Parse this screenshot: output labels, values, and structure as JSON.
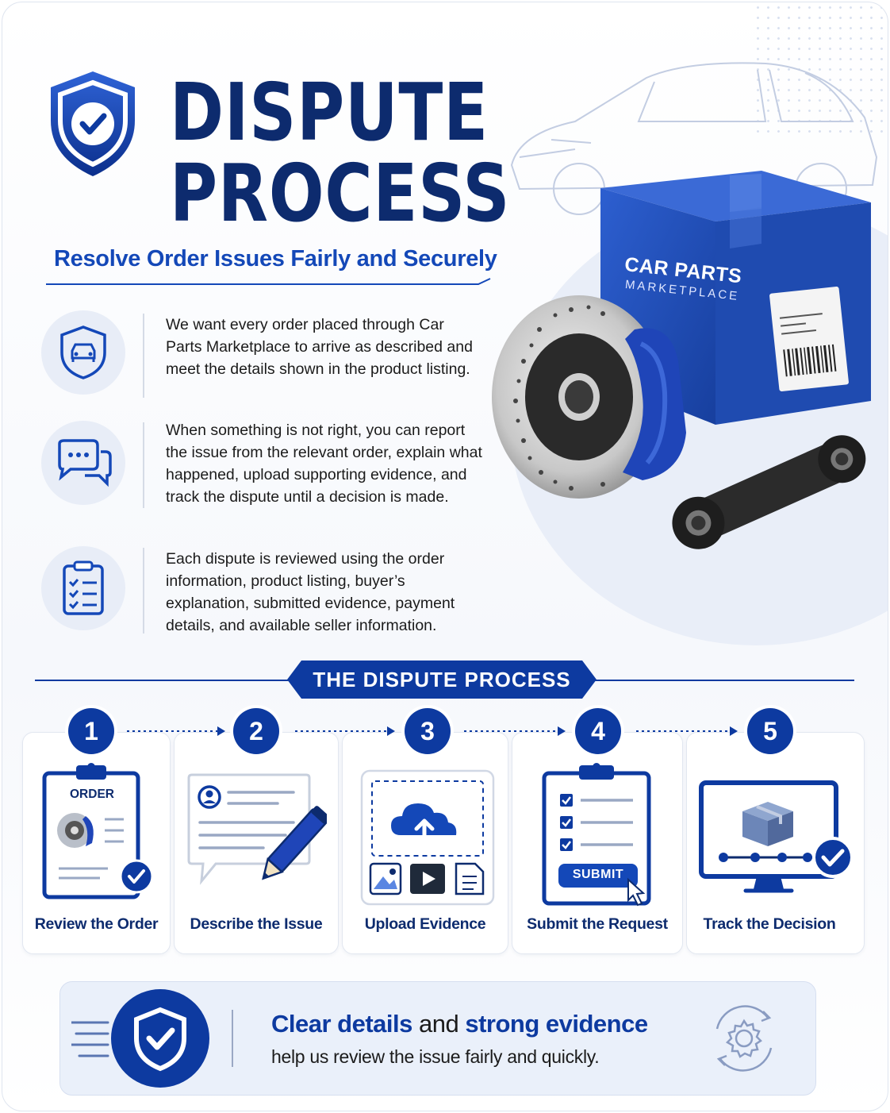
{
  "header": {
    "title_line1": "DISPUTE",
    "title_line2": "PROCESS",
    "subtitle": "Resolve Order Issues Fairly and Securely",
    "icon": "shield-check-icon"
  },
  "intro": [
    {
      "icon": "car-shield-icon",
      "text": "We want every order placed through Car Parts Marketplace to arrive as described and meet the details shown in the product listing."
    },
    {
      "icon": "chat-bubbles-icon",
      "text": "When something is not right, you can report the issue from the relevant order, explain what happened, upload supporting evidence, and track the dispute until a decision is made."
    },
    {
      "icon": "clipboard-checklist-icon",
      "text": "Each dispute is reviewed using the order information, product listing, buyer’s explanation, submitted evidence, payment details, and available seller information."
    }
  ],
  "product_box": {
    "brand_line1": "CAR PARTS",
    "brand_line2": "MARKETPLACE"
  },
  "process": {
    "heading": "THE DISPUTE PROCESS",
    "steps": [
      {
        "number": "1",
        "label": "Review the Order",
        "illus_text": "ORDER",
        "icon": "order-clipboard-icon"
      },
      {
        "number": "2",
        "label": "Describe the Issue",
        "icon": "describe-pencil-icon"
      },
      {
        "number": "3",
        "label": "Upload Evidence",
        "icon": "upload-cloud-icon"
      },
      {
        "number": "4",
        "label": "Submit the Request",
        "illus_text": "SUBMIT",
        "icon": "submit-clipboard-icon"
      },
      {
        "number": "5",
        "label": "Track the Decision",
        "icon": "track-monitor-icon"
      }
    ]
  },
  "footer": {
    "em1": "Clear details",
    "mid": " and ",
    "em2": "strong evidence",
    "line2": "help us review the issue fairly and quickly."
  },
  "colors": {
    "navy": "#0d2b6e",
    "brand_blue": "#0d3aa0",
    "accent_blue": "#1448b8",
    "panel": "#eaf0fa"
  }
}
